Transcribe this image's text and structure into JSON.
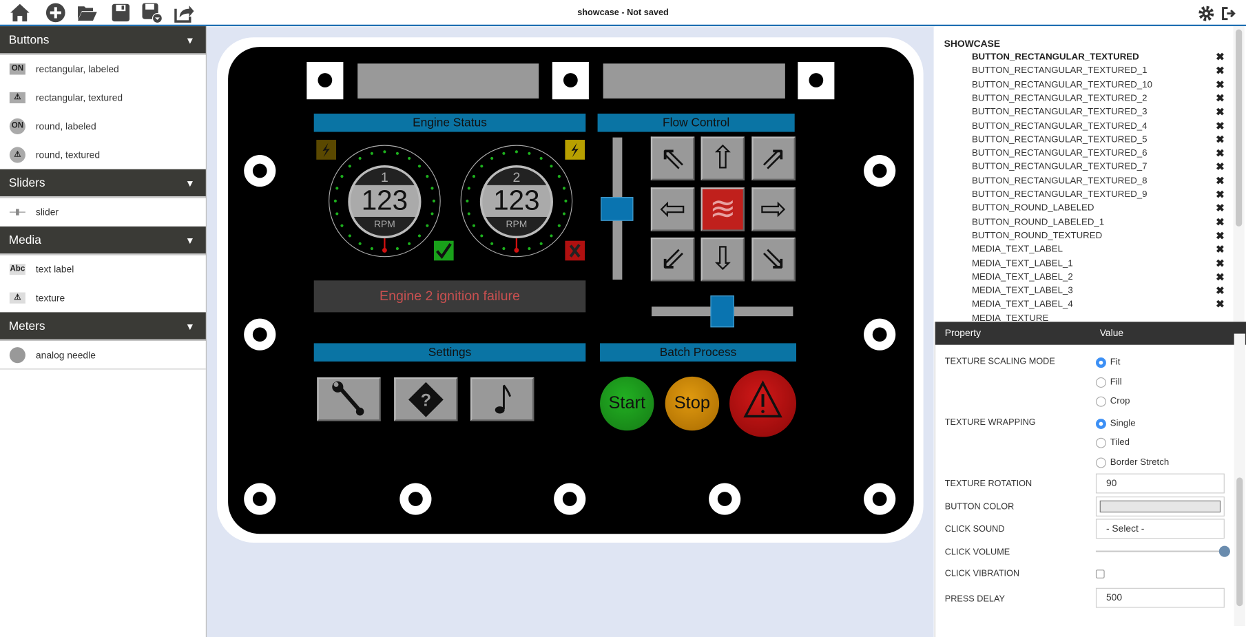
{
  "app": {
    "title": "showcase - Not saved"
  },
  "toolbar": {
    "left_icons": [
      "home-icon",
      "add-icon",
      "open-folder-icon",
      "save-icon",
      "save-as-icon",
      "share-icon"
    ],
    "right_icons": [
      "settings-icon",
      "logout-icon"
    ]
  },
  "sidebar": {
    "sections": [
      {
        "title": "Buttons",
        "items": [
          {
            "icon": "ON",
            "label": "rectangular, labeled"
          },
          {
            "icon": "⚠",
            "label": "rectangular, textured"
          },
          {
            "icon": "ON",
            "label": "round, labeled"
          },
          {
            "icon": "⚠",
            "label": "round, textured"
          }
        ]
      },
      {
        "title": "Sliders",
        "items": [
          {
            "label": "slider"
          }
        ]
      },
      {
        "title": "Media",
        "items": [
          {
            "icon": "Abc",
            "label": "text label"
          },
          {
            "icon": "⚠",
            "label": "texture"
          }
        ]
      },
      {
        "title": "Meters",
        "items": [
          {
            "label": "analog needle"
          }
        ]
      }
    ]
  },
  "panel": {
    "engine_status": "Engine Status",
    "flow_control": "Flow Control",
    "settings": "Settings",
    "batch_process": "Batch Process",
    "gauges": [
      {
        "number": "1",
        "value": "123",
        "unit": "RPM"
      },
      {
        "number": "2",
        "value": "123",
        "unit": "RPM"
      }
    ],
    "message": "Engine 2 ignition failure",
    "flow_center": "≋",
    "start": "Start",
    "stop": "Stop",
    "vertical_slider_value": 0.5,
    "horizontal_slider_value": 0.5,
    "colors": {
      "header": "#0a74a4",
      "start": "#1a9a1a",
      "stop": "#d08a00",
      "alarm": "#c01010",
      "message": "#c85050"
    }
  },
  "tree": {
    "root": "SHOWCASE",
    "items": [
      "BUTTON_RECTANGULAR_TEXTURED",
      "BUTTON_RECTANGULAR_TEXTURED_1",
      "BUTTON_RECTANGULAR_TEXTURED_10",
      "BUTTON_RECTANGULAR_TEXTURED_2",
      "BUTTON_RECTANGULAR_TEXTURED_3",
      "BUTTON_RECTANGULAR_TEXTURED_4",
      "BUTTON_RECTANGULAR_TEXTURED_5",
      "BUTTON_RECTANGULAR_TEXTURED_6",
      "BUTTON_RECTANGULAR_TEXTURED_7",
      "BUTTON_RECTANGULAR_TEXTURED_8",
      "BUTTON_RECTANGULAR_TEXTURED_9",
      "BUTTON_ROUND_LABELED",
      "BUTTON_ROUND_LABELED_1",
      "BUTTON_ROUND_TEXTURED",
      "MEDIA_TEXT_LABEL",
      "MEDIA_TEXT_LABEL_1",
      "MEDIA_TEXT_LABEL_2",
      "MEDIA_TEXT_LABEL_3",
      "MEDIA_TEXT_LABEL_4",
      "MEDIA_TEXTURE"
    ],
    "delete_glyph": "✖"
  },
  "properties": {
    "header_property": "Property",
    "header_value": "Value",
    "scaling_label": "TEXTURE SCALING MODE",
    "scaling_options": [
      "Fit",
      "Fill",
      "Crop"
    ],
    "wrapping_label": "TEXTURE WRAPPING",
    "wrapping_options": [
      "Single",
      "Tiled",
      "Border Stretch"
    ],
    "rotation_label": "TEXTURE ROTATION",
    "rotation_value": "90",
    "color_label": "BUTTON COLOR",
    "sound_label": "CLICK SOUND",
    "sound_value": "- Select -",
    "volume_label": "CLICK VOLUME",
    "volume_value": 1.0,
    "vibration_label": "CLICK VIBRATION",
    "vibration_checked": false,
    "delay_label": "PRESS DELAY",
    "delay_value": "500"
  }
}
